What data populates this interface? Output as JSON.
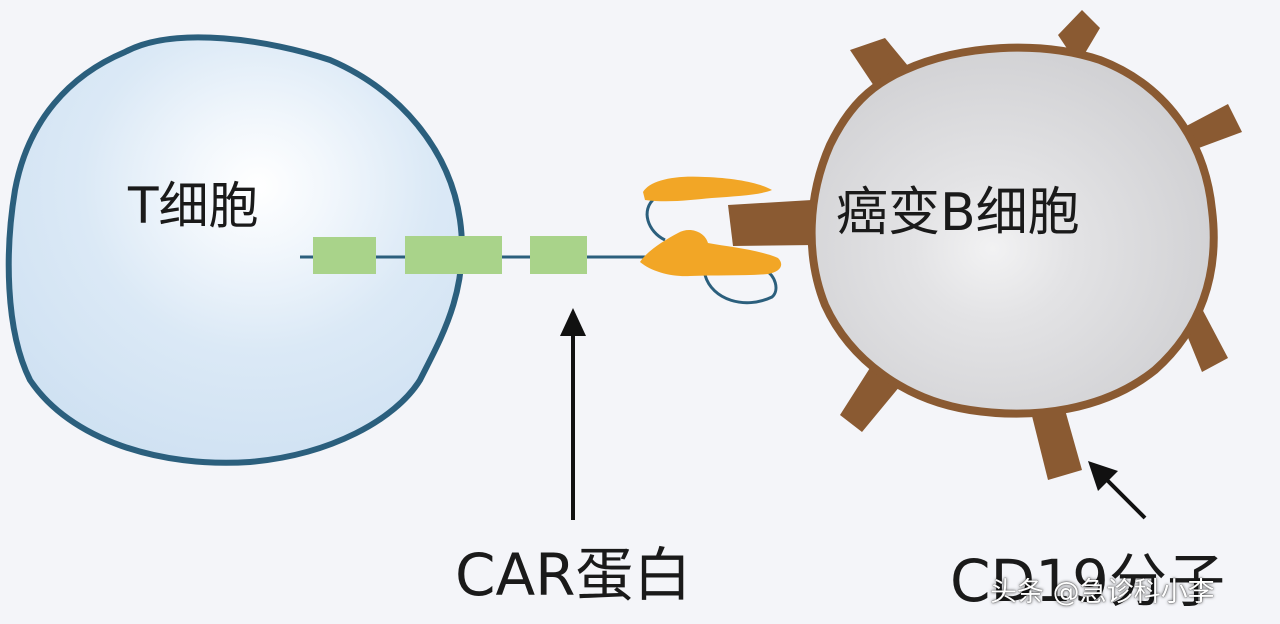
{
  "labels": {
    "t_cell": "T细胞",
    "cancer_b_cell": "癌变B细胞",
    "car_protein": "CAR蛋白",
    "cd19": "CD19分子"
  },
  "watermark": "头条 @急诊科小李",
  "colors": {
    "background": "#f4f5f9",
    "t_cell_fill": "#d6e6f5",
    "t_cell_outline": "#2b5f7d",
    "car_segment": "#a9d38a",
    "car_linker": "#2b5f7d",
    "antibody_fragment": "#f2a626",
    "b_cell_fill": "#d3d3d6",
    "b_cell_outline": "#8a5a32",
    "cd19_spike": "#8a5a32",
    "arrow": "#111111"
  }
}
